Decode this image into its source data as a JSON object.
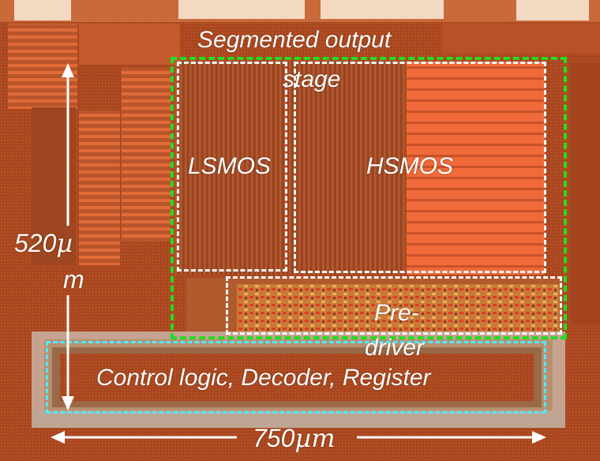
{
  "labels": {
    "segmented_title": "Segmented output stage",
    "segmented_line1": "Segmented output",
    "segmented_line2": "stage",
    "lsmos": "LSMOS",
    "hsmos": "HSMOS",
    "predriver": "Pre-driver",
    "predriver_line1": "Pre-",
    "predriver_line2": "driver",
    "control": "Control logic, Decoder, Register",
    "height_dim": "520µm",
    "height_dim_line1": "520",
    "height_mu": "µ",
    "height_dim_line2": "m",
    "width_dim": "750µm",
    "width_num": "750",
    "width_unit": "µm"
  },
  "colors": {
    "segmented_box": "#22dd22",
    "inner_boxes": "#ffffff",
    "control_box": "#55e6ff",
    "label_text": "#ffffff",
    "die_base": "#a84a22"
  }
}
